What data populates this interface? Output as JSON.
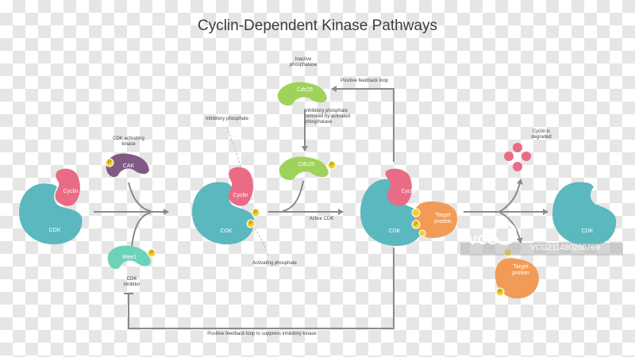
{
  "title": "Cyclin-Dependent Kinase Pathways",
  "colors": {
    "cdk": "#5bb8bf",
    "cyclin": "#e96b86",
    "cak": "#7f5b84",
    "wee1": "#6cd2b8",
    "cdc25": "#9fd25a",
    "target": "#f19b56",
    "phosphate": "#f2d12f",
    "arrow": "#8a8a8a"
  },
  "labels": {
    "cdk": "CDK",
    "cyclin": "Cyclin",
    "cak": "CAK",
    "wee1": "Wee1",
    "cdc25": "Cdc25",
    "target_protein": "Target\nprotein",
    "phosphate": "P"
  },
  "annotations": {
    "cdk_activating_kinase": "CDK activating\nkinase",
    "cdk_inhibitor": "CDK\ninhibitor",
    "inactive_phosphatase": "Inactive\nphosphatase",
    "positive_feedback_loop": "Positive feedback loop",
    "inhibitory_phosphate_removed": "Inhibitory phosphate\nremoved by activated\nphosphatase",
    "inhibitory_phosphate": "Inhibitory phosphate",
    "activating_phosphate": "Activating phosphate",
    "active_cdk": "Active CDK",
    "cyclin_degraded": "Cyclin is\ndegraded",
    "bottom_loop": "Positive feedback loop to suppress inhibitory kinase"
  },
  "watermark": {
    "brand": "VCG",
    "id": "VCG211480290769"
  }
}
